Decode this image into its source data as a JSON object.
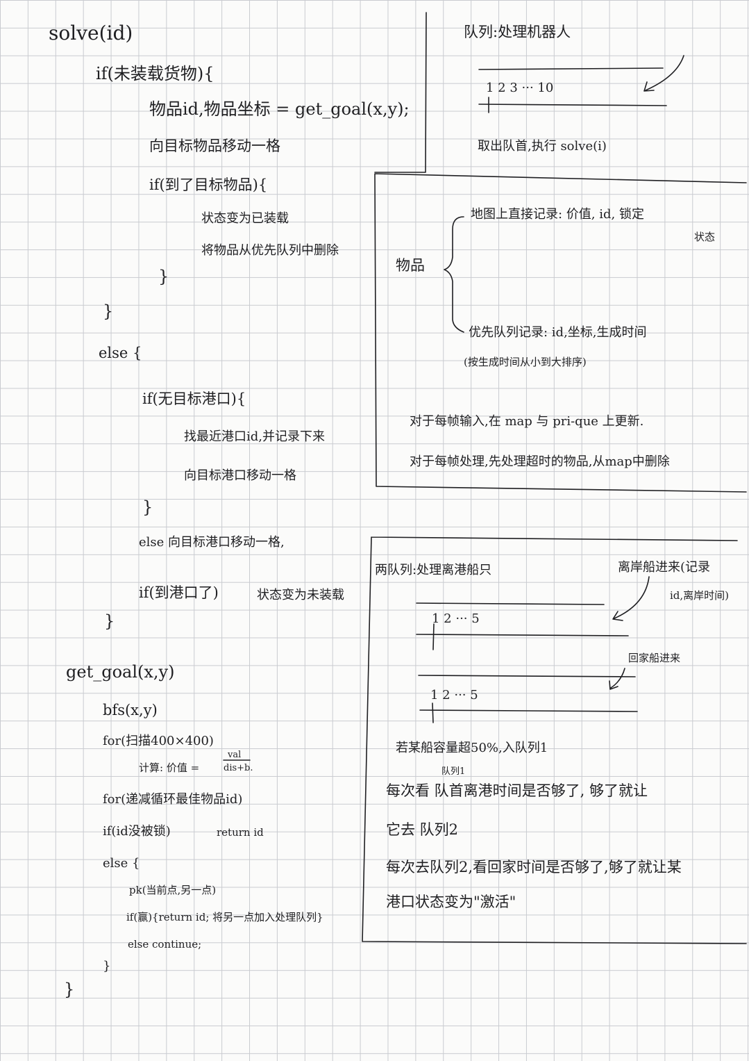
{
  "left": {
    "solve_header": "solve(id)",
    "if_not_loaded": "if(未装载货物){",
    "get_goal_call": "物品id,物品坐标 = get_goal(x,y);",
    "move_to_item": "向目标物品移动一格",
    "if_reach_item": "if(到了目标物品){",
    "set_loaded": "状态变为已装载",
    "remove_item": "将物品从优先队列中删除",
    "close_brace_inner": "}",
    "close_brace_if": "}",
    "else_open": "else {",
    "if_no_port": "if(无目标港口){",
    "find_port": "找最近港口id,并记录下来",
    "move_to_port": "向目标港口移动一格",
    "close_brace_noport": "}",
    "else_move_port": "else 向目标港口移动一格,",
    "if_reach_port": "if(到港口了)",
    "set_unloaded": "状态变为未装载",
    "close_brace_else": "}",
    "get_goal_header": "get_goal(x,y)",
    "bfs_call": "bfs(x,y)",
    "for_scan": "for(扫描400×400)",
    "calc_value": "计算: 价值 =",
    "fraction_num": "val",
    "fraction_den": "dis+b.",
    "for_desc": "for(递减循环最佳物品id)",
    "if_not_locked": "if(id没被锁)",
    "return_id": "return id",
    "else_open2": "else {",
    "pk": "pk(当前点,另一点)",
    "if_win": "if(赢){return id; 将另一点加入处理队列}",
    "else_continue": "else continue;",
    "close_brace_else2": "}",
    "close_brace_goal": "}"
  },
  "robot_box": {
    "title": "队列:处理机器人",
    "queue_numbers": "1 2 3 ··· 10",
    "take_head": "取出队首,执行 solve(i)"
  },
  "items_box": {
    "label": "物品",
    "map_record": "地图上直接记录: 价值, id, 锁定",
    "map_record_2": "状态",
    "pq_record": "优先队列记录: id,坐标,生成时间",
    "pq_sort": "(按生成时间从小到大排序)",
    "per_frame_input": "对于每帧输入,在 map 与 pri-que 上更新.",
    "per_frame_process": "对于每帧处理,先处理超时的物品,从map中删除"
  },
  "ship_box": {
    "title": "两队列:处理离港船只",
    "depart_note_1": "离岸船进来(记录",
    "depart_note_2": "id,离岸时间)",
    "queue1_numbers": "1 2 ··· 5",
    "return_note": "回家船进来",
    "queue2_numbers": "1 2 ··· 5",
    "cargo_rule": "若某船容量超50%,入队列1",
    "queue1_note": "队列1",
    "check_head_1": "每次看 队首离港时间是否够了, 够了就让",
    "check_head_2": "它去 队列2",
    "check_q2_1": "每次去队列2,看回家时间是否够了,够了就让某",
    "check_q2_2": "港口状态变为\"激活\""
  }
}
